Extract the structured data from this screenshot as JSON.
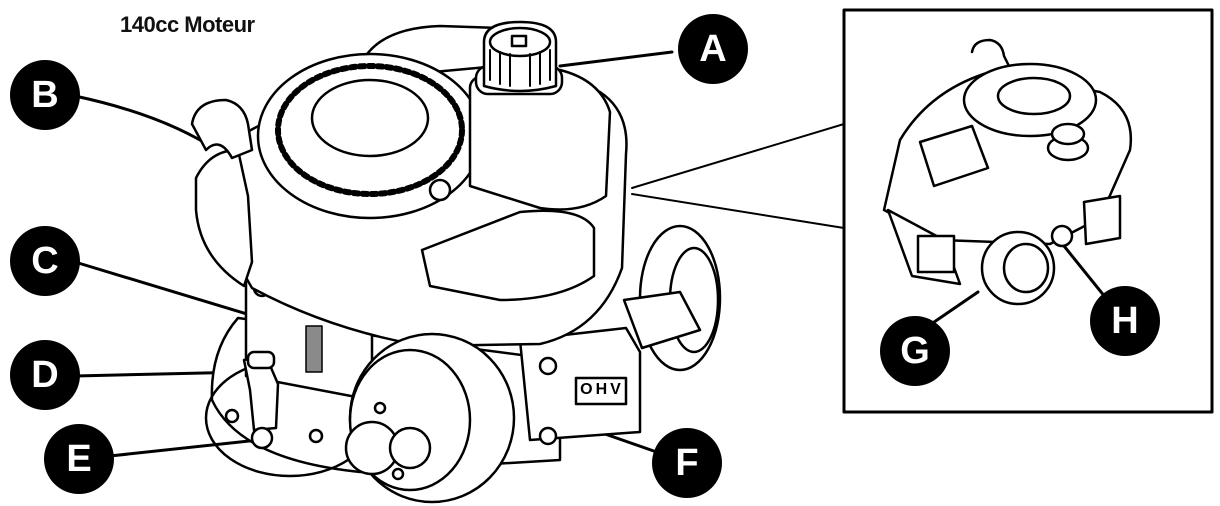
{
  "title": "140cc Moteur",
  "callouts": {
    "a": "A",
    "b": "B",
    "c": "C",
    "d": "D",
    "e": "E",
    "f": "F",
    "g": "G",
    "h": "H"
  },
  "engine_badge": "OHV",
  "colors": {
    "ink": "#000000",
    "paper": "#ffffff",
    "shade": "#8a8a8a"
  }
}
